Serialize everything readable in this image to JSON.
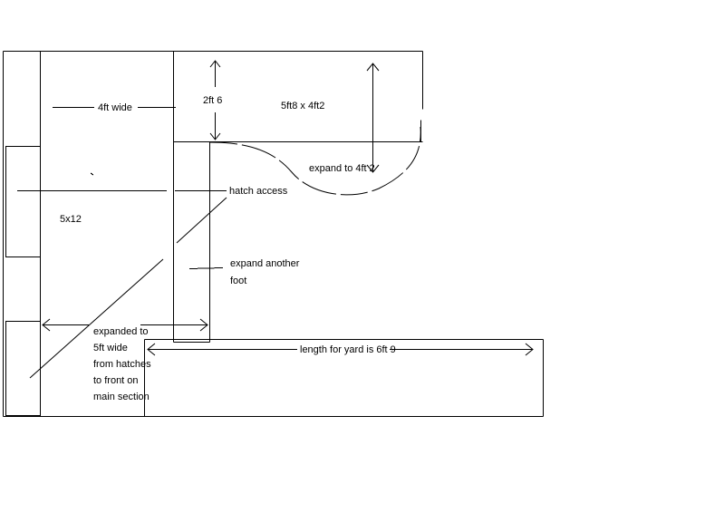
{
  "labels": {
    "four_ft_wide": "4ft wide",
    "two_ft_six": "2ft 6",
    "room_dims": "5ft8 x 4ft2",
    "expand_to": "expand to 4ft 2",
    "hatch_access": "hatch access",
    "five_by_twelve": "5x12",
    "expand_another_line1": "expand another",
    "expand_another_line2": "foot",
    "expanded_line1": "expanded to",
    "expanded_line2": "5ft wide",
    "expanded_line3": "from hatches",
    "expanded_line4": "to front on",
    "expanded_line5": "main section",
    "yard_length": "length for yard is 6ft 9"
  }
}
